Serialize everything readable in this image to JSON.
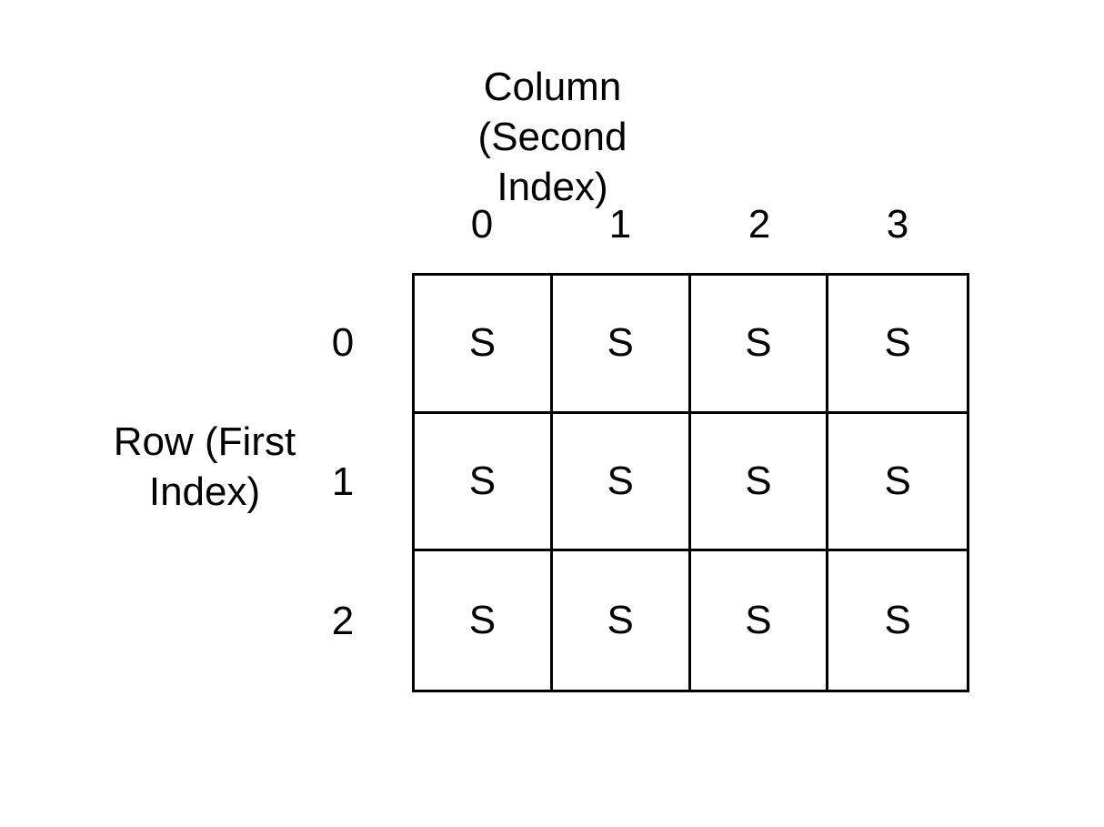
{
  "column_axis": {
    "title": "Column\n(Second\nIndex)",
    "indices": [
      "0",
      "1",
      "2",
      "3"
    ]
  },
  "row_axis": {
    "title": "Row (First\nIndex)",
    "indices": [
      "0",
      "1",
      "2"
    ]
  },
  "grid": {
    "cells": [
      [
        "S",
        "S",
        "S",
        "S"
      ],
      [
        "S",
        "S",
        "S",
        "S"
      ],
      [
        "S",
        "S",
        "S",
        "S"
      ]
    ]
  }
}
